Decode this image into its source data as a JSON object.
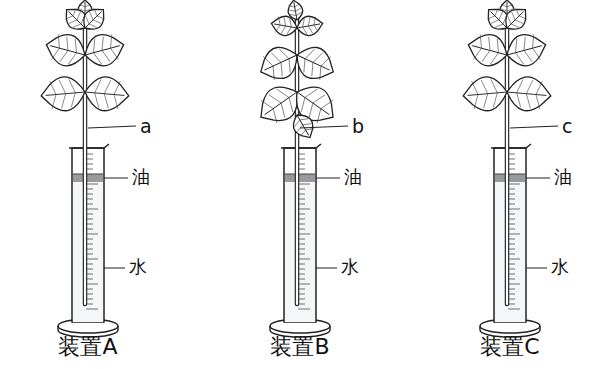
{
  "diagram": {
    "labels": [
      "a",
      "油",
      "水",
      "装置A",
      "b",
      "油",
      "水",
      "装置B",
      "c",
      "油",
      "水",
      "装置C"
    ]
  }
}
